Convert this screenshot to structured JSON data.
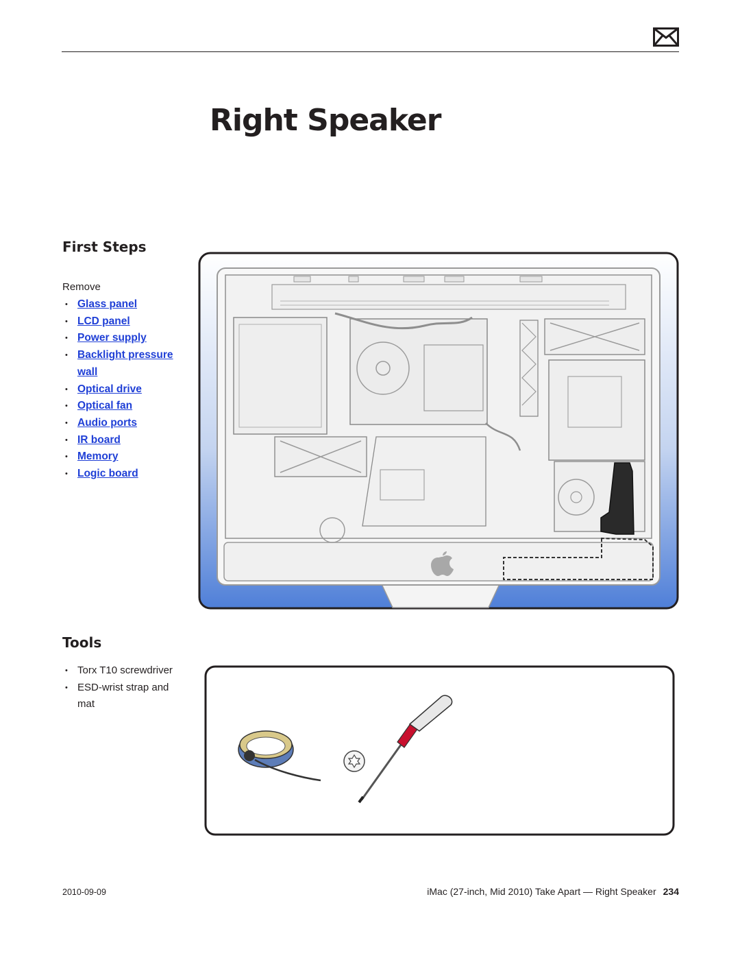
{
  "header": {
    "icon": "mail-icon"
  },
  "title": "Right Speaker",
  "first_steps": {
    "heading": "First Steps",
    "remove_label": "Remove",
    "links": [
      "Glass panel",
      "LCD panel",
      "Power supply",
      "Backlight pressure wall",
      "Optical drive",
      "Optical fan",
      "Audio ports",
      "IR board",
      "Memory",
      "Logic board"
    ]
  },
  "tools": {
    "heading": "Tools",
    "items": [
      "Torx T10 screwdriver",
      "ESD-wrist strap and mat"
    ]
  },
  "footer": {
    "date": "2010-09-09",
    "doc_title": "iMac (27-inch, Mid 2010) Take Apart — Right Speaker",
    "page": "234"
  },
  "colors": {
    "link": "#1f3fd6",
    "frame_blue": "#5b86d6",
    "highlight_part": "#2a2a2a"
  }
}
